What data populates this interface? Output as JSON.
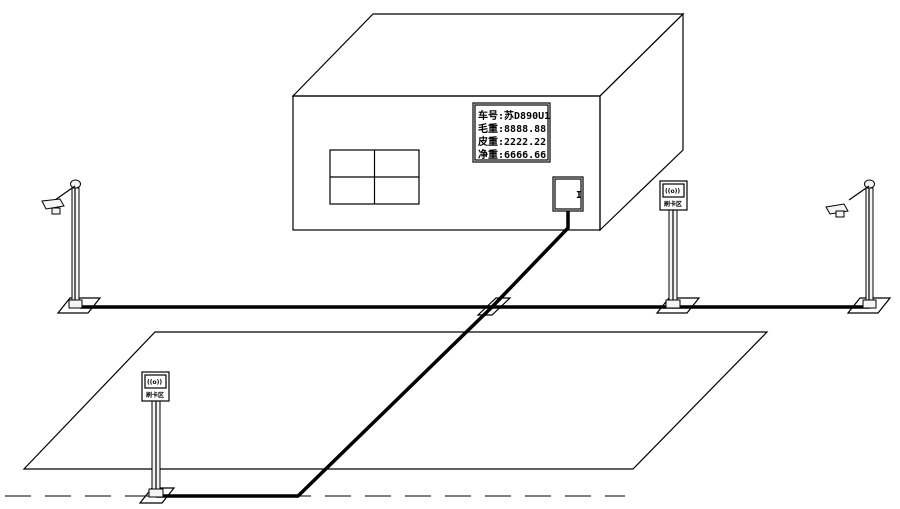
{
  "display": {
    "lines": [
      {
        "label": "车号:",
        "value": "苏D890U1"
      },
      {
        "label": "毛重:",
        "value": "8888.88"
      },
      {
        "label": "皮重:",
        "value": "2222.22"
      },
      {
        "label": "净重:",
        "value": "6666.66"
      }
    ]
  },
  "door_label": "I",
  "card_reader_label": "刷卡区",
  "card_reader_symbol": "((o))",
  "icons": {
    "camera": "camera-icon",
    "card_reader": "card-reader-icon",
    "window": "window-icon",
    "door": "door-icon"
  }
}
